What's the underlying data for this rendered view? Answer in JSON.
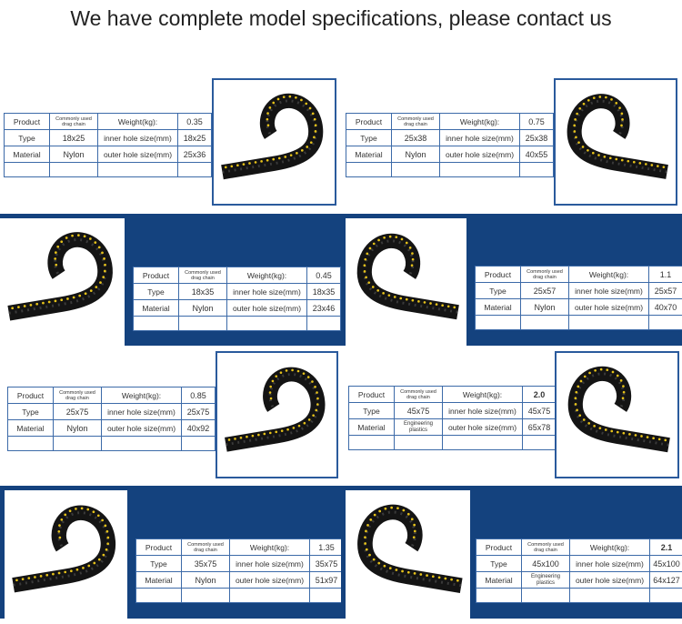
{
  "header": {
    "title": "We have complete model specifications, please contact us"
  },
  "labels": {
    "product": "Product",
    "commonly_used": "Commonly used drag chain",
    "weight": "Weight(kg):",
    "type": "Type",
    "material": "Material",
    "inner": "inner hole size(mm)",
    "outer": "outer hole size(mm)"
  },
  "colors": {
    "panel_blue": "#14427e",
    "table_border": "#3c6aa8",
    "chain_body": "#141414",
    "chain_dots": "#e6c21a"
  },
  "specs": [
    {
      "weight": "0.35",
      "type": "18x25",
      "material": "Nylon",
      "inner": "18x25",
      "outer": "25x36"
    },
    {
      "weight": "0.75",
      "type": "25x38",
      "material": "Nylon",
      "inner": "25x38",
      "outer": "40x55"
    },
    {
      "weight": "0.45",
      "type": "18x35",
      "material": "Nylon",
      "inner": "18x35",
      "outer": "23x46"
    },
    {
      "weight": "1.1",
      "type": "25x57",
      "material": "Nylon",
      "inner": "25x57",
      "outer": "40x70"
    },
    {
      "weight": "0.85",
      "type": "25x75",
      "material": "Nylon",
      "inner": "25x75",
      "outer": "40x92"
    },
    {
      "weight": "2.0",
      "type": "45x75",
      "material": "Engineering plastics",
      "inner": "45x75",
      "outer": "65x78"
    },
    {
      "weight": "1.35",
      "type": "35x75",
      "material": "Nylon",
      "inner": "35x75",
      "outer": "51x97"
    },
    {
      "weight": "2.1",
      "type": "45x100",
      "material": "Engineering plastics",
      "inner": "45x100",
      "outer": "64x127"
    }
  ]
}
